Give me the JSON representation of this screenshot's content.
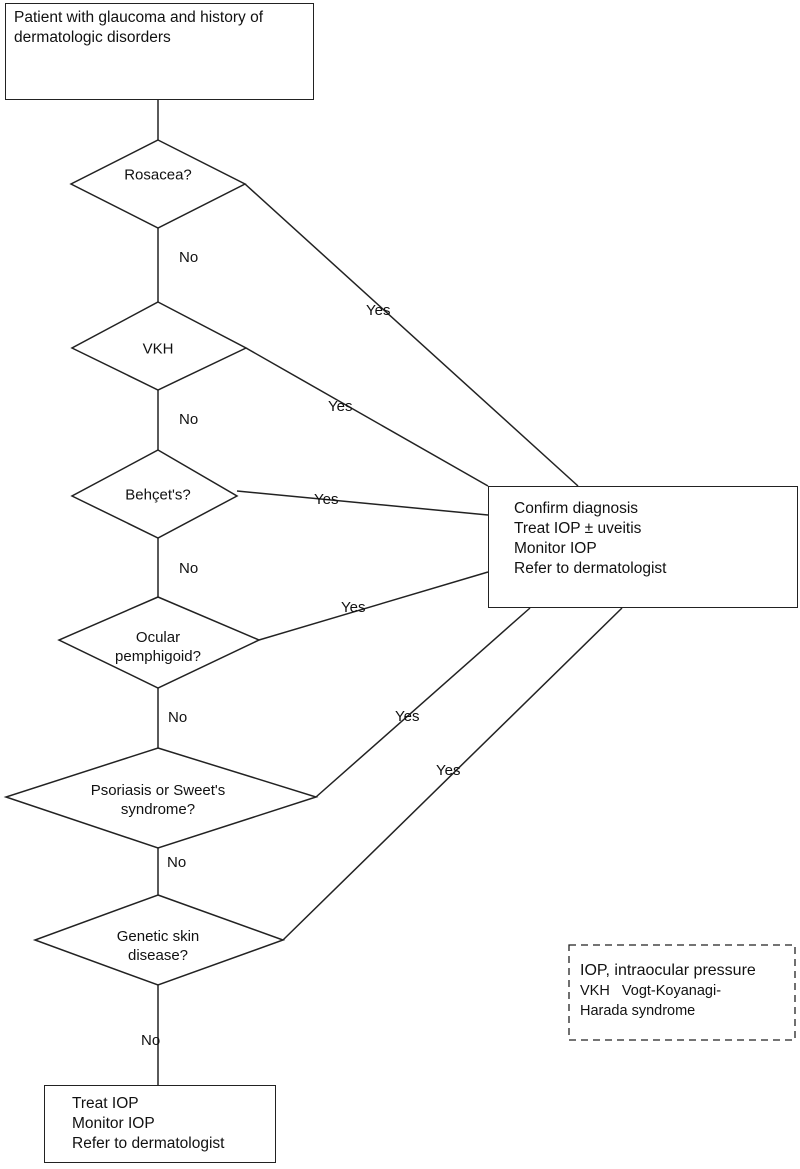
{
  "start": {
    "text_line1": "Patient with glaucoma and history of",
    "text_line2": "dermatologic disorders"
  },
  "decisions": [
    {
      "line1": "Rosacea?",
      "line2": ""
    },
    {
      "line1": "VKH",
      "line2": ""
    },
    {
      "line1": "Behçet's?",
      "line2": ""
    },
    {
      "line1": "Ocular",
      "line2": "pemphigoid?"
    },
    {
      "line1": "Psoriasis or Sweet's",
      "line2": "syndrome?"
    },
    {
      "line1": "Genetic skin",
      "line2": "disease?"
    }
  ],
  "edge_labels": {
    "yes": "Yes",
    "no": "No"
  },
  "yes_box": {
    "lines": [
      "Confirm diagnosis",
      "Treat IOP ± uveitis",
      "Monitor IOP",
      "Refer to dermatologist"
    ]
  },
  "no_box": {
    "lines": [
      "Treat IOP",
      "Monitor IOP",
      "Refer to dermatologist"
    ]
  },
  "legend": {
    "line1": "IOP, intraocular pressure",
    "line2": "VKH   Vogt-Koyanagi-",
    "line3": "Harada syndrome"
  }
}
